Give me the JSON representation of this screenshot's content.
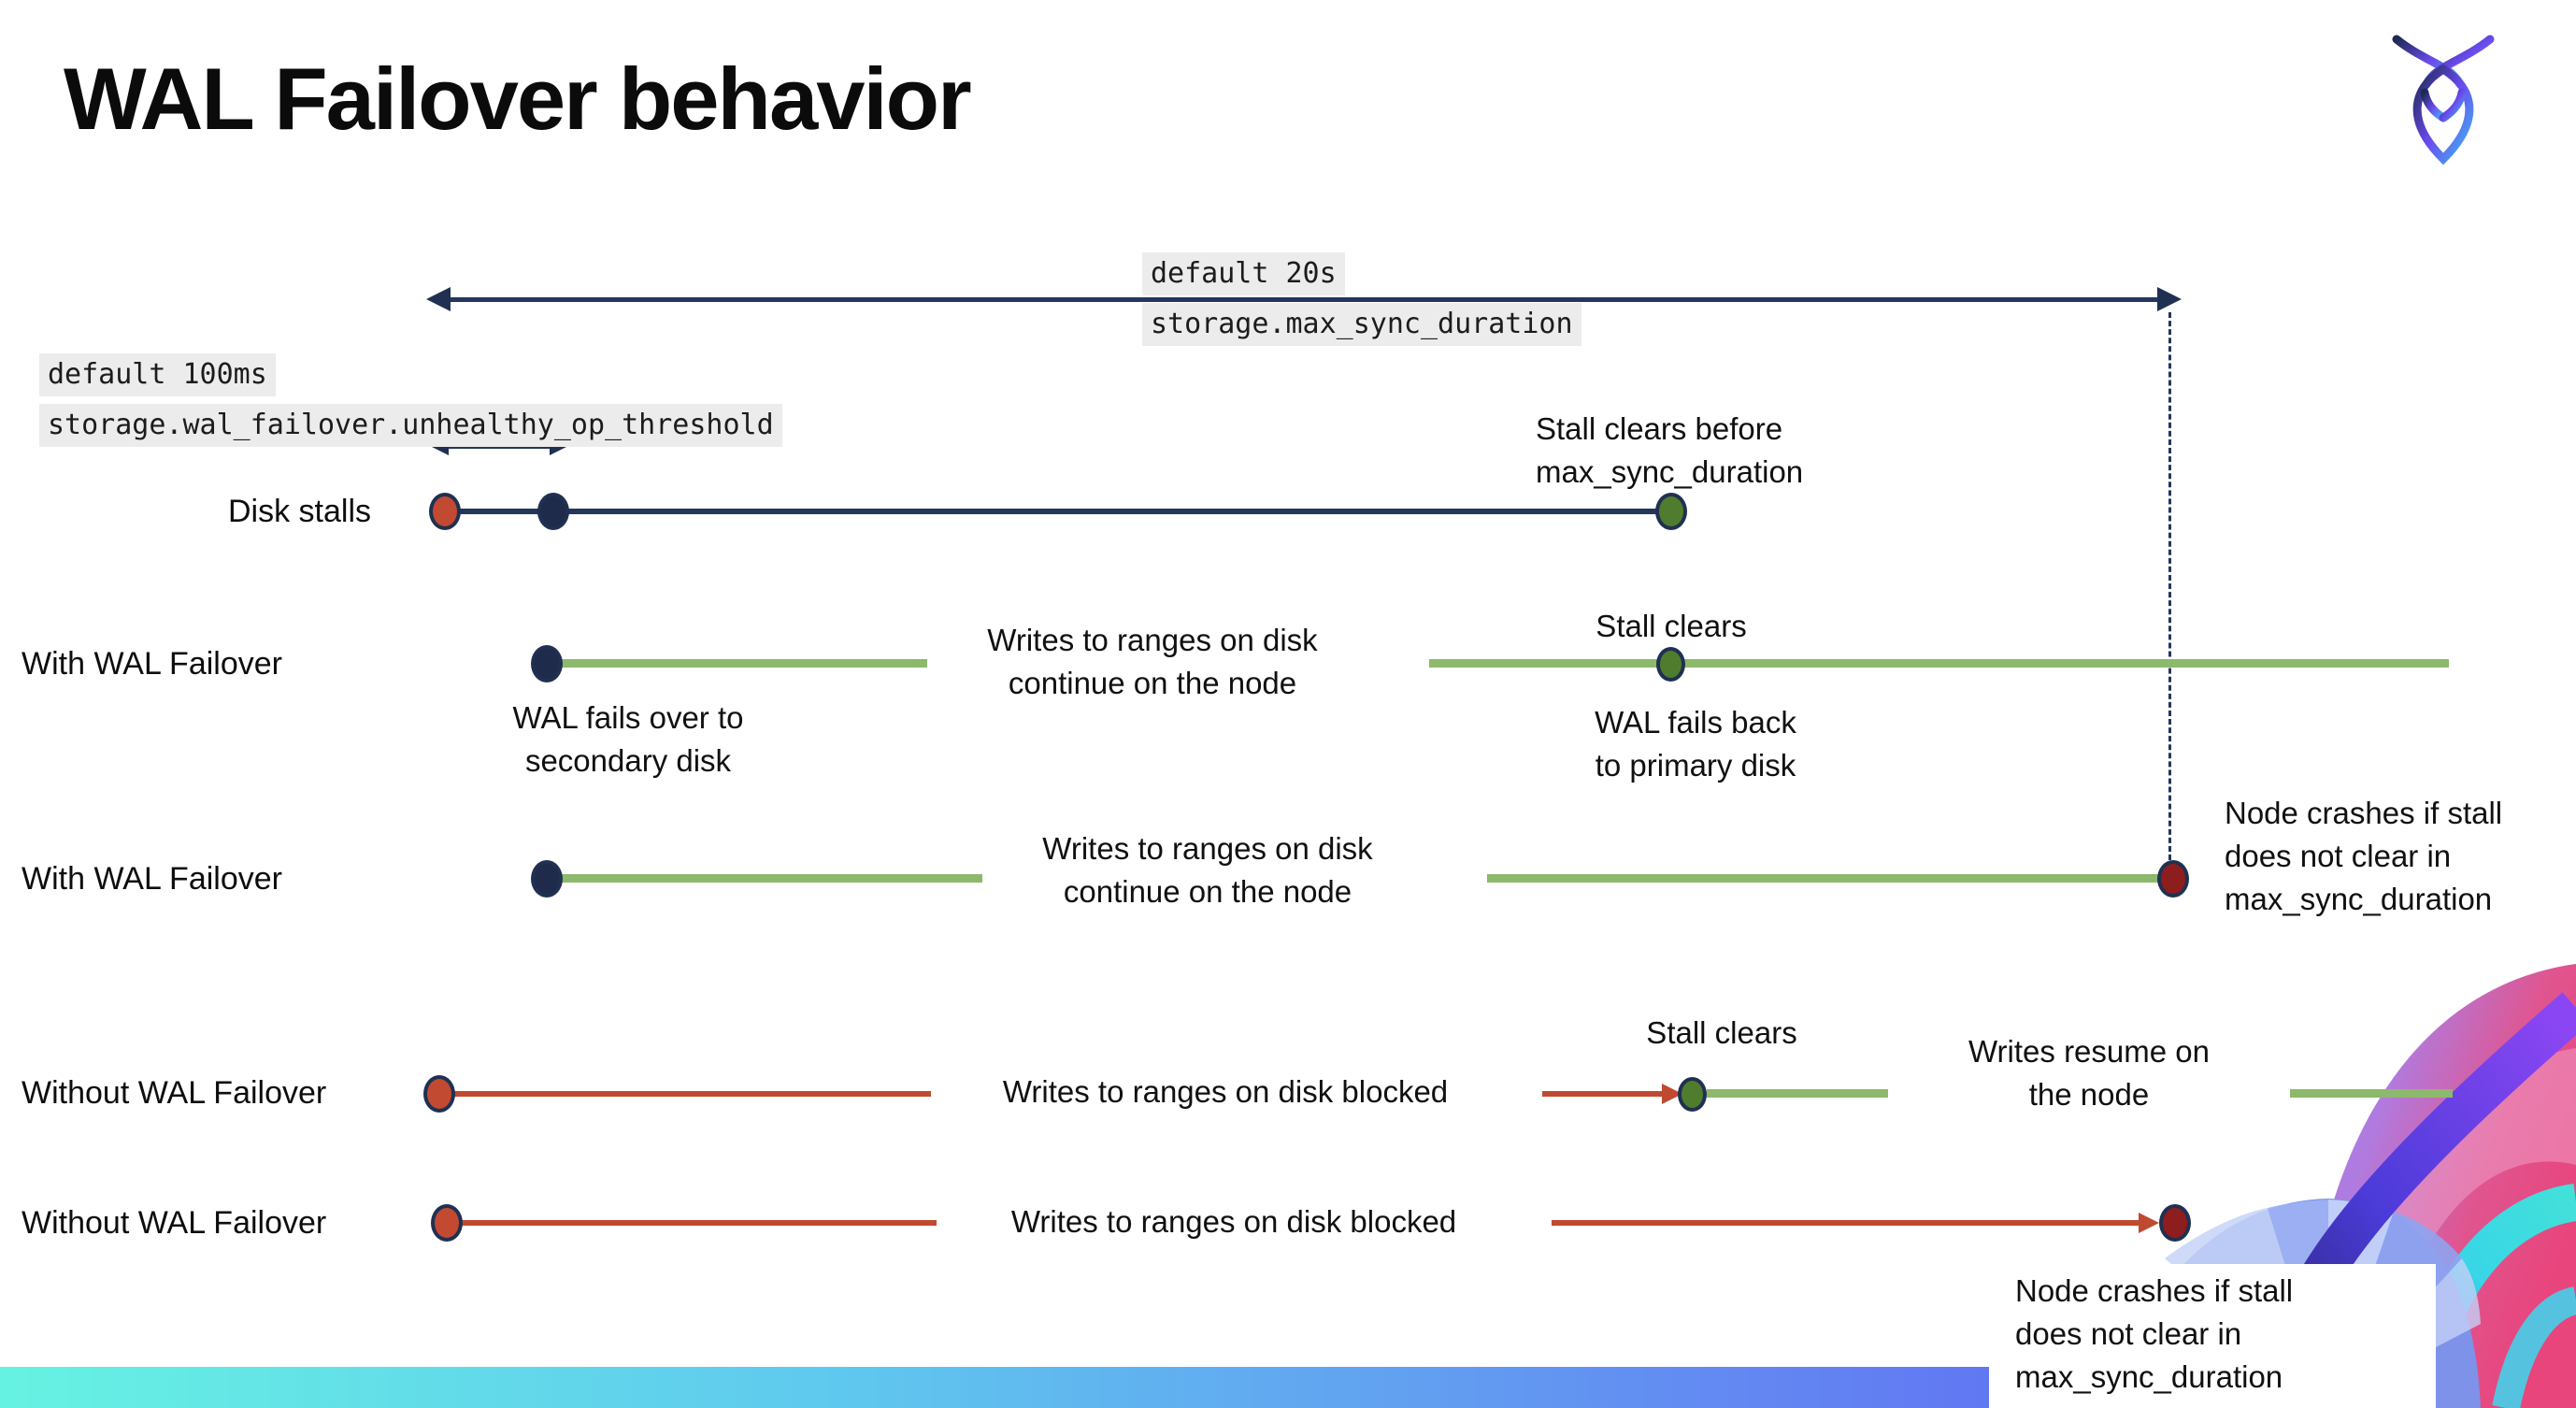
{
  "slide": {
    "title": "WAL Failover behavior",
    "logo_name": "cockroachdb-mark"
  },
  "settings": {
    "max_sync": {
      "default_label": "default 20s",
      "setting_name": "storage.max_sync_duration"
    },
    "unhealthy_op": {
      "default_label": "default 100ms",
      "setting_name": "storage.wal_failover.unhealthy_op_threshold"
    }
  },
  "rows": {
    "disk_stalls": {
      "label": "Disk stalls",
      "clear_note": "Stall clears before\nmax_sync_duration"
    },
    "failover1": {
      "label": "With WAL Failover",
      "failover_note": "WAL fails over to\nsecondary disk",
      "writes_note": "Writes to ranges on disk\ncontinue on the node",
      "stall_clears": "Stall clears",
      "failback_note": "WAL fails  back\nto primary disk"
    },
    "failover2": {
      "label": "With WAL Failover",
      "writes_note": "Writes to ranges on disk\ncontinue on the node",
      "crash_note": "Node crashes if stall\ndoes not clear in\nmax_sync_duration"
    },
    "no_failover1": {
      "label": "Without WAL Failover",
      "blocked_note": "Writes to ranges on disk  blocked",
      "stall_clears": "Stall clears",
      "resume_note": "Writes resume on\nthe node"
    },
    "no_failover2": {
      "label": "Without WAL Failover",
      "blocked_note": "Writes to ranges on disk  blocked",
      "crash_note": "Node crashes if stall\ndoes not clear in\nmax_sync_duration"
    }
  },
  "colors": {
    "navy_line": "#24365c",
    "green_line": "#8cb96c",
    "red_line": "#c04a2f",
    "red_dot": "#c14a31",
    "navy_dot": "#1e2b4a",
    "green_dot": "#4f7d2d",
    "dark_red_dot": "#8e1d1d",
    "code_background": "#ececec",
    "footer_gradient_left": "#66f2e2",
    "footer_gradient_right": "#5b52f5"
  }
}
